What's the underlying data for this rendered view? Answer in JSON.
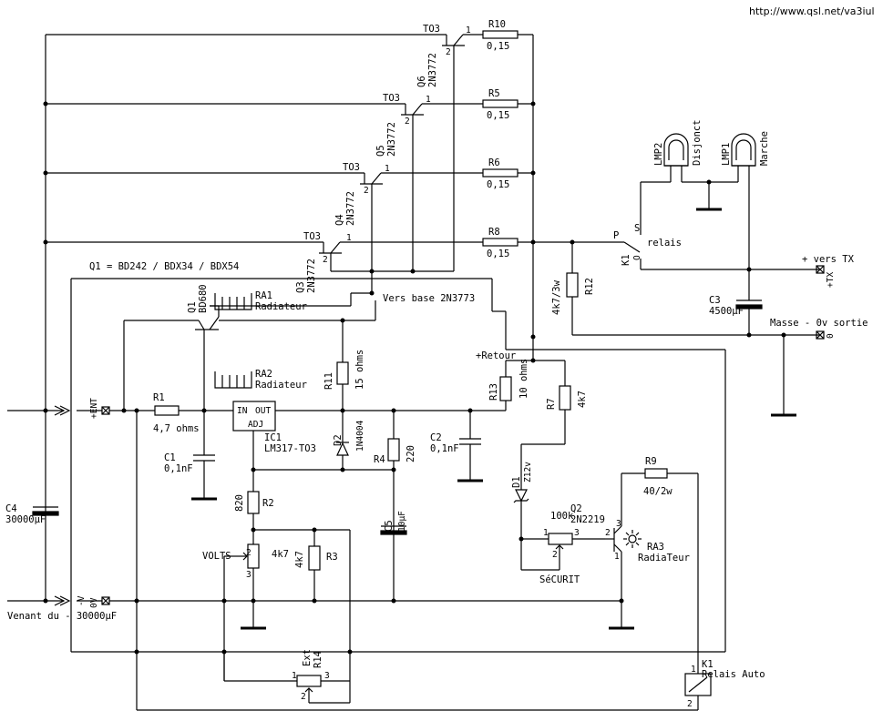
{
  "url": "http://www.qsl.net/va3iul",
  "q1_note": "Q1 = BD242 / BDX34 / BDX54",
  "vers_base": "Vers base 2N3773",
  "retour": "+Retour",
  "vers_tx": "+ vers TX",
  "masse": "Masse - 0v sortie",
  "venant": "Venant du - 30000µF",
  "ent": "+ENT",
  "zero_v": "0V",
  "minus_v": "-V",
  "plus_tx": "+TX",
  "zero": "0",
  "transistors": [
    {
      "ref": "Q3",
      "part": "2N3772",
      "pkg": "TO3"
    },
    {
      "ref": "Q4",
      "part": "2N3772",
      "pkg": "TO3"
    },
    {
      "ref": "Q5",
      "part": "2N3772",
      "pkg": "TO3"
    },
    {
      "ref": "Q6",
      "part": "2N3772",
      "pkg": "TO3"
    }
  ],
  "emitter_resistors": [
    {
      "ref": "R10",
      "value": "0,15"
    },
    {
      "ref": "R5",
      "value": "0,15"
    },
    {
      "ref": "R6",
      "value": "0,15"
    },
    {
      "ref": "R8",
      "value": "0,15"
    }
  ],
  "q1": {
    "ref": "Q1",
    "part": "BD680"
  },
  "ra1": {
    "ref": "RA1",
    "label": "Radiateur"
  },
  "ra2": {
    "ref": "RA2",
    "label": "Radiateur"
  },
  "ra3": {
    "ref": "RA3",
    "label": "RadiaTeur"
  },
  "r1": {
    "ref": "R1",
    "value": "4,7 ohms"
  },
  "c1": {
    "ref": "C1",
    "value": "0,1nF"
  },
  "ic1": {
    "ref": "IC1",
    "part": "LM317-TO3",
    "in": "IN",
    "out": "OUT",
    "adj": "ADJ"
  },
  "r11": {
    "ref": "R11",
    "value": "15 ohms"
  },
  "d2": {
    "ref": "D2",
    "part": "1N4004"
  },
  "r4": {
    "ref": "R4",
    "value": "220"
  },
  "c2": {
    "ref": "C2",
    "value": "0,1nF"
  },
  "r13": {
    "ref": "R13",
    "value": "10 ohms"
  },
  "r2": {
    "ref": "R2",
    "value": "820"
  },
  "c5": {
    "ref": "C5",
    "value": "10µF"
  },
  "volts": {
    "label": "VOLTS",
    "value": "4k7"
  },
  "r3": {
    "ref": "R3",
    "value": "4k7"
  },
  "r7": {
    "ref": "R7",
    "value": "4k7"
  },
  "d1": {
    "ref": "D1",
    "value": "Z12v"
  },
  "pot_sec": {
    "value": "100k",
    "label": "SéCURIT"
  },
  "q2": {
    "ref": "Q2",
    "part": "2N2219"
  },
  "r9": {
    "ref": "R9",
    "value": "40/2w"
  },
  "r12": {
    "ref": "R12",
    "value": "4k7/3w"
  },
  "c3": {
    "ref": "C3",
    "value": "4500µF"
  },
  "c4": {
    "ref": "C4",
    "value": "30000µF"
  },
  "lmp1": {
    "ref": "LMP1",
    "label": "Marche"
  },
  "lmp2": {
    "ref": "LMP2",
    "label": "Disjonct"
  },
  "k1_relay": {
    "ref": "K1",
    "label": "relais",
    "p": "P",
    "s": "S",
    "o": "O"
  },
  "k1_coil": {
    "ref": "K1",
    "label": "Relais Auto"
  },
  "r14": {
    "ref": "R14",
    "label": "Ext"
  },
  "pins": {
    "one": "1",
    "two": "2",
    "three": "3"
  }
}
